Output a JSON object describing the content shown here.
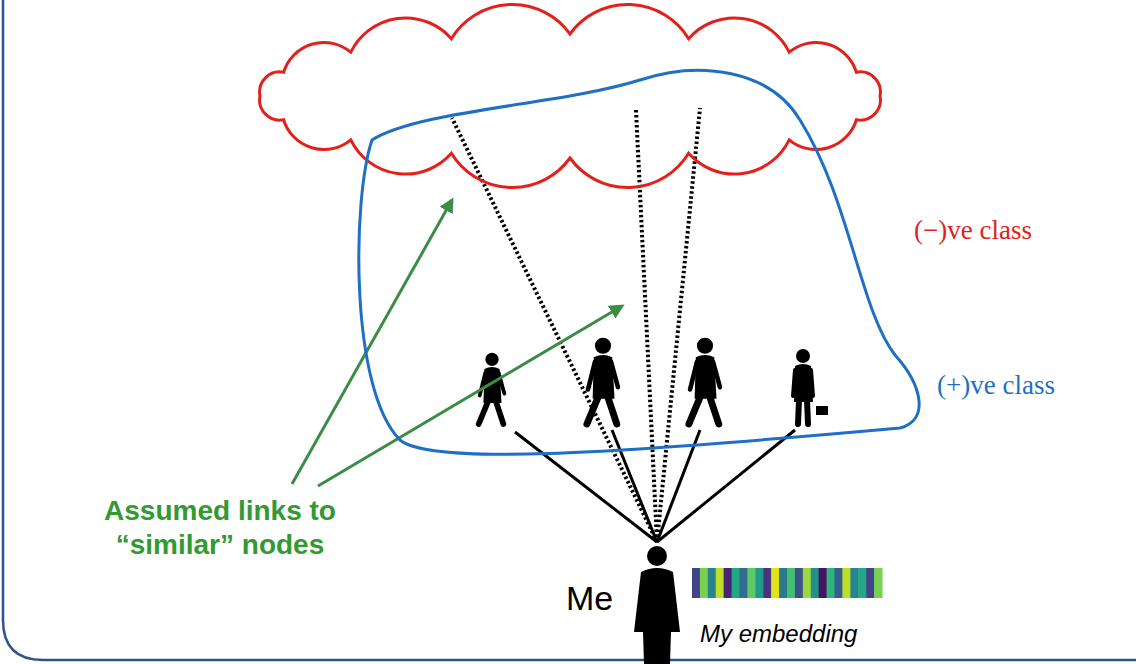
{
  "diagram": {
    "nodes": [
      {
        "text": [
          "(−)ve class"
        ]
      },
      {
        "text": [
          "(+)ve class"
        ]
      }
    ],
    "labels": [
      "Assumed links to “similar” nodes",
      "Me",
      "My embedding"
    ]
  }
}
